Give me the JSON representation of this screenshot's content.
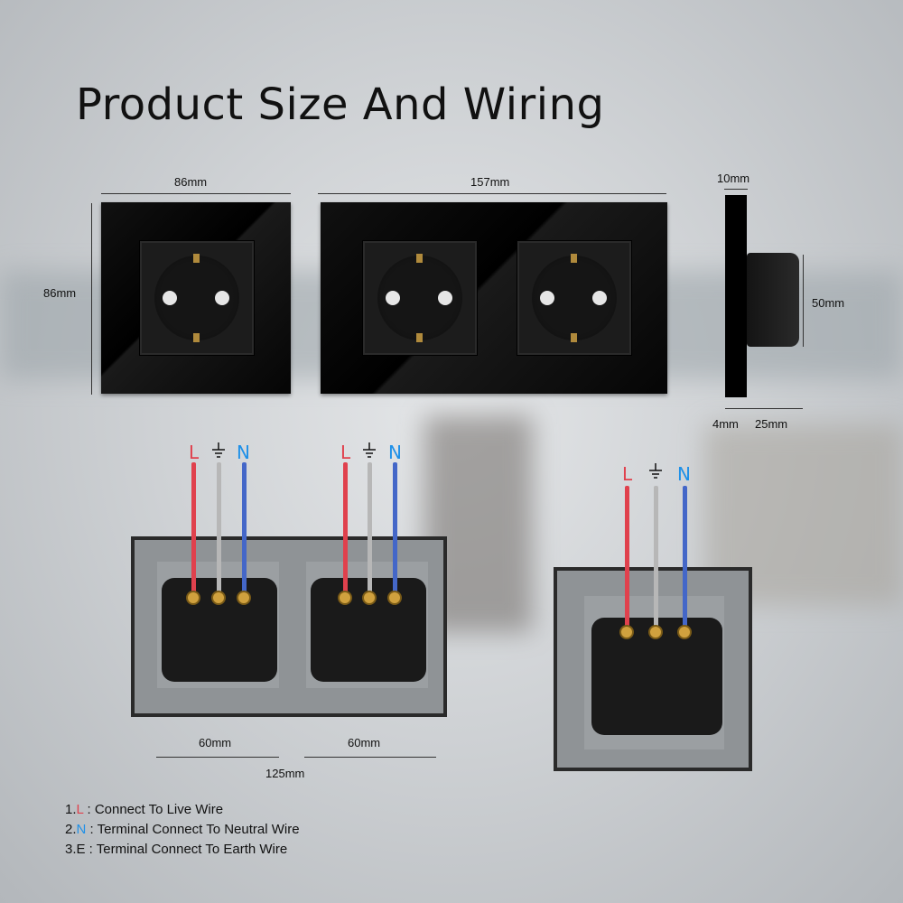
{
  "title": "Product Size And Wiring",
  "dimensions": {
    "single_width": "86mm",
    "single_height": "86mm",
    "double_width": "157mm",
    "side_depth_top": "10mm",
    "side_height": "50mm",
    "side_plate": "4mm",
    "side_body": "25mm",
    "center_left": "60mm",
    "center_right": "60mm",
    "center_total": "125mm"
  },
  "wire_labels": {
    "live": "L",
    "neutral": "N"
  },
  "legend": [
    {
      "prefix": "1.",
      "letter": "L",
      "text": " : Connect To Live Wire"
    },
    {
      "prefix": "2.",
      "letter": "N",
      "text": " : Terminal Connect To Neutral Wire"
    },
    {
      "prefix": "3.E",
      "letter": "",
      "text": " : Terminal Connect To Earth Wire"
    }
  ],
  "colors": {
    "live": "#e0414d",
    "neutral": "#1e90e8",
    "earth": "#b7b7b7",
    "glass": "#000000"
  }
}
